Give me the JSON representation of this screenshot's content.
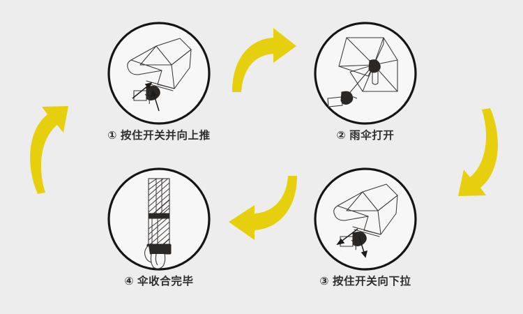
{
  "page": {
    "title": "Umbrella operation instruction diagram",
    "background_color": "#ededed",
    "arrow_color": "#e6d00e",
    "circle_fill_color": "#f7f7f7",
    "circle_stroke_color": "#151515",
    "caption_color": "#2e2e2e"
  },
  "steps": [
    {
      "number": "①",
      "caption": "① 按住开关并向上推",
      "illustration": "umbrella-half-open-push-up-icon"
    },
    {
      "number": "②",
      "caption": "② 雨伞打开",
      "illustration": "umbrella-fully-open-icon"
    },
    {
      "number": "③",
      "caption": "③ 按住开关向下拉",
      "illustration": "umbrella-half-open-pull-down-icon"
    },
    {
      "number": "④",
      "caption": "④ 伞收合完毕",
      "illustration": "umbrella-folded-icon"
    }
  ],
  "arrows": [
    {
      "id": "arrow-top",
      "label": "curved-arrow-right-icon",
      "direction": "right"
    },
    {
      "id": "arrow-right",
      "label": "curved-arrow-down-left-icon",
      "direction": "down"
    },
    {
      "id": "arrow-bottom",
      "label": "curved-arrow-left-icon",
      "direction": "left"
    },
    {
      "id": "arrow-left",
      "label": "curved-arrow-up-right-icon",
      "direction": "up"
    }
  ]
}
